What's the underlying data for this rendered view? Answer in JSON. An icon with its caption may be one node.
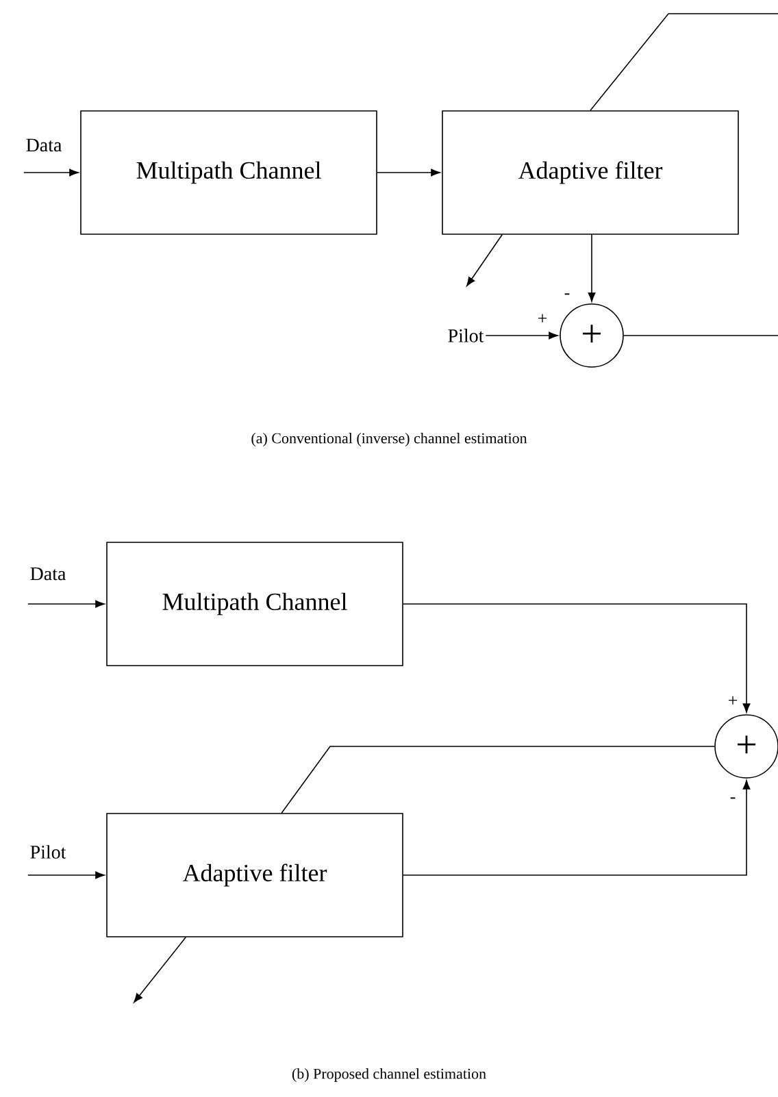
{
  "diagram": {
    "nodes": [
      {
        "text": [
          "Data"
        ]
      },
      {
        "text": [
          "Multipath Channel"
        ]
      },
      {
        "text": [
          "Adaptive filter"
        ]
      },
      {
        "text": [
          "Pilot"
        ]
      },
      {
        "text": [
          "+"
        ]
      },
      {
        "text": [
          "Data"
        ]
      },
      {
        "text": [
          "Multipath Channel"
        ]
      },
      {
        "text": [
          "Pilot"
        ]
      },
      {
        "text": [
          "Adaptive filter"
        ]
      },
      {
        "text": [
          "+"
        ]
      }
    ],
    "edges": [
      {
        "from": 0,
        "to": 1,
        "arrow": "to"
      },
      {
        "from": 1,
        "to": 2,
        "arrow": "to"
      },
      {
        "from": 3,
        "to": 4,
        "arrow": "to",
        "label": "+"
      },
      {
        "from": 2,
        "to": 4,
        "arrow": "to",
        "label": "-"
      },
      {
        "from": 4,
        "to": null,
        "arrow": "none"
      },
      {
        "from": null,
        "to": 2,
        "arrow": "none"
      },
      {
        "from": 2,
        "to": null,
        "arrow": "to"
      },
      {
        "from": 5,
        "to": 6,
        "arrow": "to"
      },
      {
        "from": 7,
        "to": 8,
        "arrow": "to"
      },
      {
        "from": 6,
        "to": 9,
        "arrow": "to",
        "label": "+"
      },
      {
        "from": 8,
        "to": 9,
        "arrow": "to",
        "label": "-"
      },
      {
        "from": 9,
        "to": 8,
        "arrow": "none"
      },
      {
        "from": 8,
        "to": null,
        "arrow": "to"
      }
    ],
    "labels": [
      "(a) Conventional (inverse) channel estimation",
      "(b) Proposed channel estimation"
    ]
  }
}
